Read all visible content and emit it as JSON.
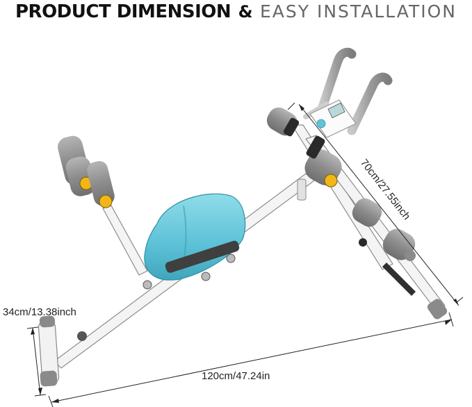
{
  "heading": {
    "bold": "PRODUCT DIMENSION",
    "connector": "&",
    "light": "EASY INSTALLATION"
  },
  "dimensions": {
    "height": "34cm/13.38inch",
    "length": "120cm/47.24in",
    "depth": "70cm/27.55inch"
  },
  "colors": {
    "frame": "#f3f3f3",
    "seat": "#5fc4d8",
    "foam": "#8e8e8e",
    "accent": "#f2b617",
    "handle": "#9a9a9a"
  },
  "display": {
    "icon": "lcd-display-icon"
  }
}
